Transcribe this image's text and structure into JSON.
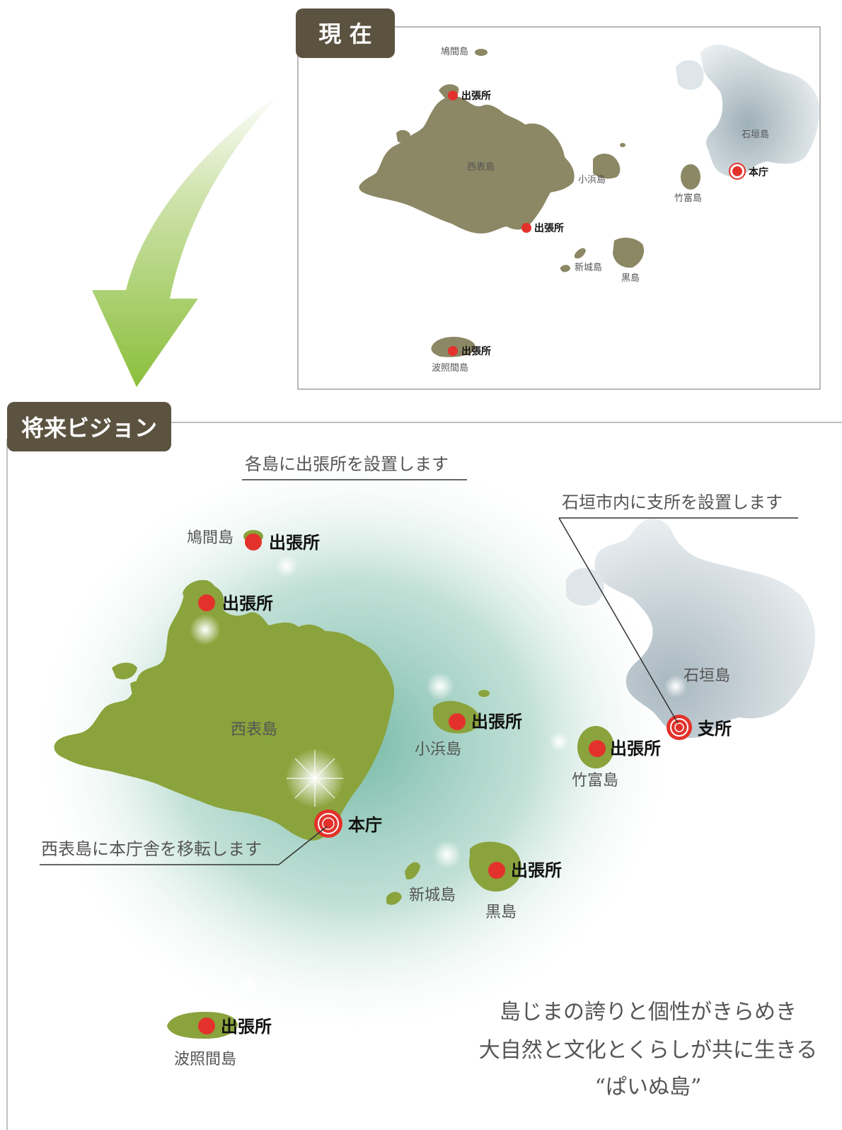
{
  "current": {
    "tab_label": "現 在",
    "islands": {
      "hatoma": "鳩間島",
      "iriomote": "西表島",
      "kohama": "小浜島",
      "taketomi": "竹富島",
      "ishigaki": "石垣島",
      "aragusuku": "新城島",
      "kuroshima": "黒島",
      "hateruma": "波照間島"
    },
    "offices": {
      "iriomote_north": "出張所",
      "iriomote_south": "出張所",
      "hateruma": "出張所",
      "ishigaki_main": "本庁"
    }
  },
  "future": {
    "tab_label": "将来ビジョン",
    "callouts": {
      "each_island": "各島に出張所を設置します",
      "ishigaki_branch": "石垣市内に支所を設置します",
      "relocate_hq": "西表島に本庁舎を移転します"
    },
    "islands": {
      "hatoma": "鳩間島",
      "iriomote": "西表島",
      "kohama": "小浜島",
      "taketomi": "竹富島",
      "ishigaki": "石垣島",
      "aragusuku": "新城島",
      "kuroshima": "黒島",
      "hateruma": "波照間島"
    },
    "offices": {
      "hatoma": "出張所",
      "iriomote_north": "出張所",
      "kohama": "出張所",
      "taketomi": "出張所",
      "kuroshima": "出張所",
      "hateruma": "出張所",
      "hq": "本庁",
      "ishigaki_branch": "支所"
    },
    "slogan": {
      "line1": "島じまの誇りと個性がきらめき",
      "line2": "大自然と文化とくらしが共に生きる",
      "line3": "“ぱいぬ島”"
    }
  },
  "colors": {
    "tab_bg": "#5b5340",
    "current_island": "#8c8764",
    "future_island": "#8aa33c",
    "ishigaki_gray": "#c9d3d8",
    "marker_red": "#e3322b",
    "sea_glow": "#6db3a0",
    "arrow_green": "#8bbf3c"
  }
}
